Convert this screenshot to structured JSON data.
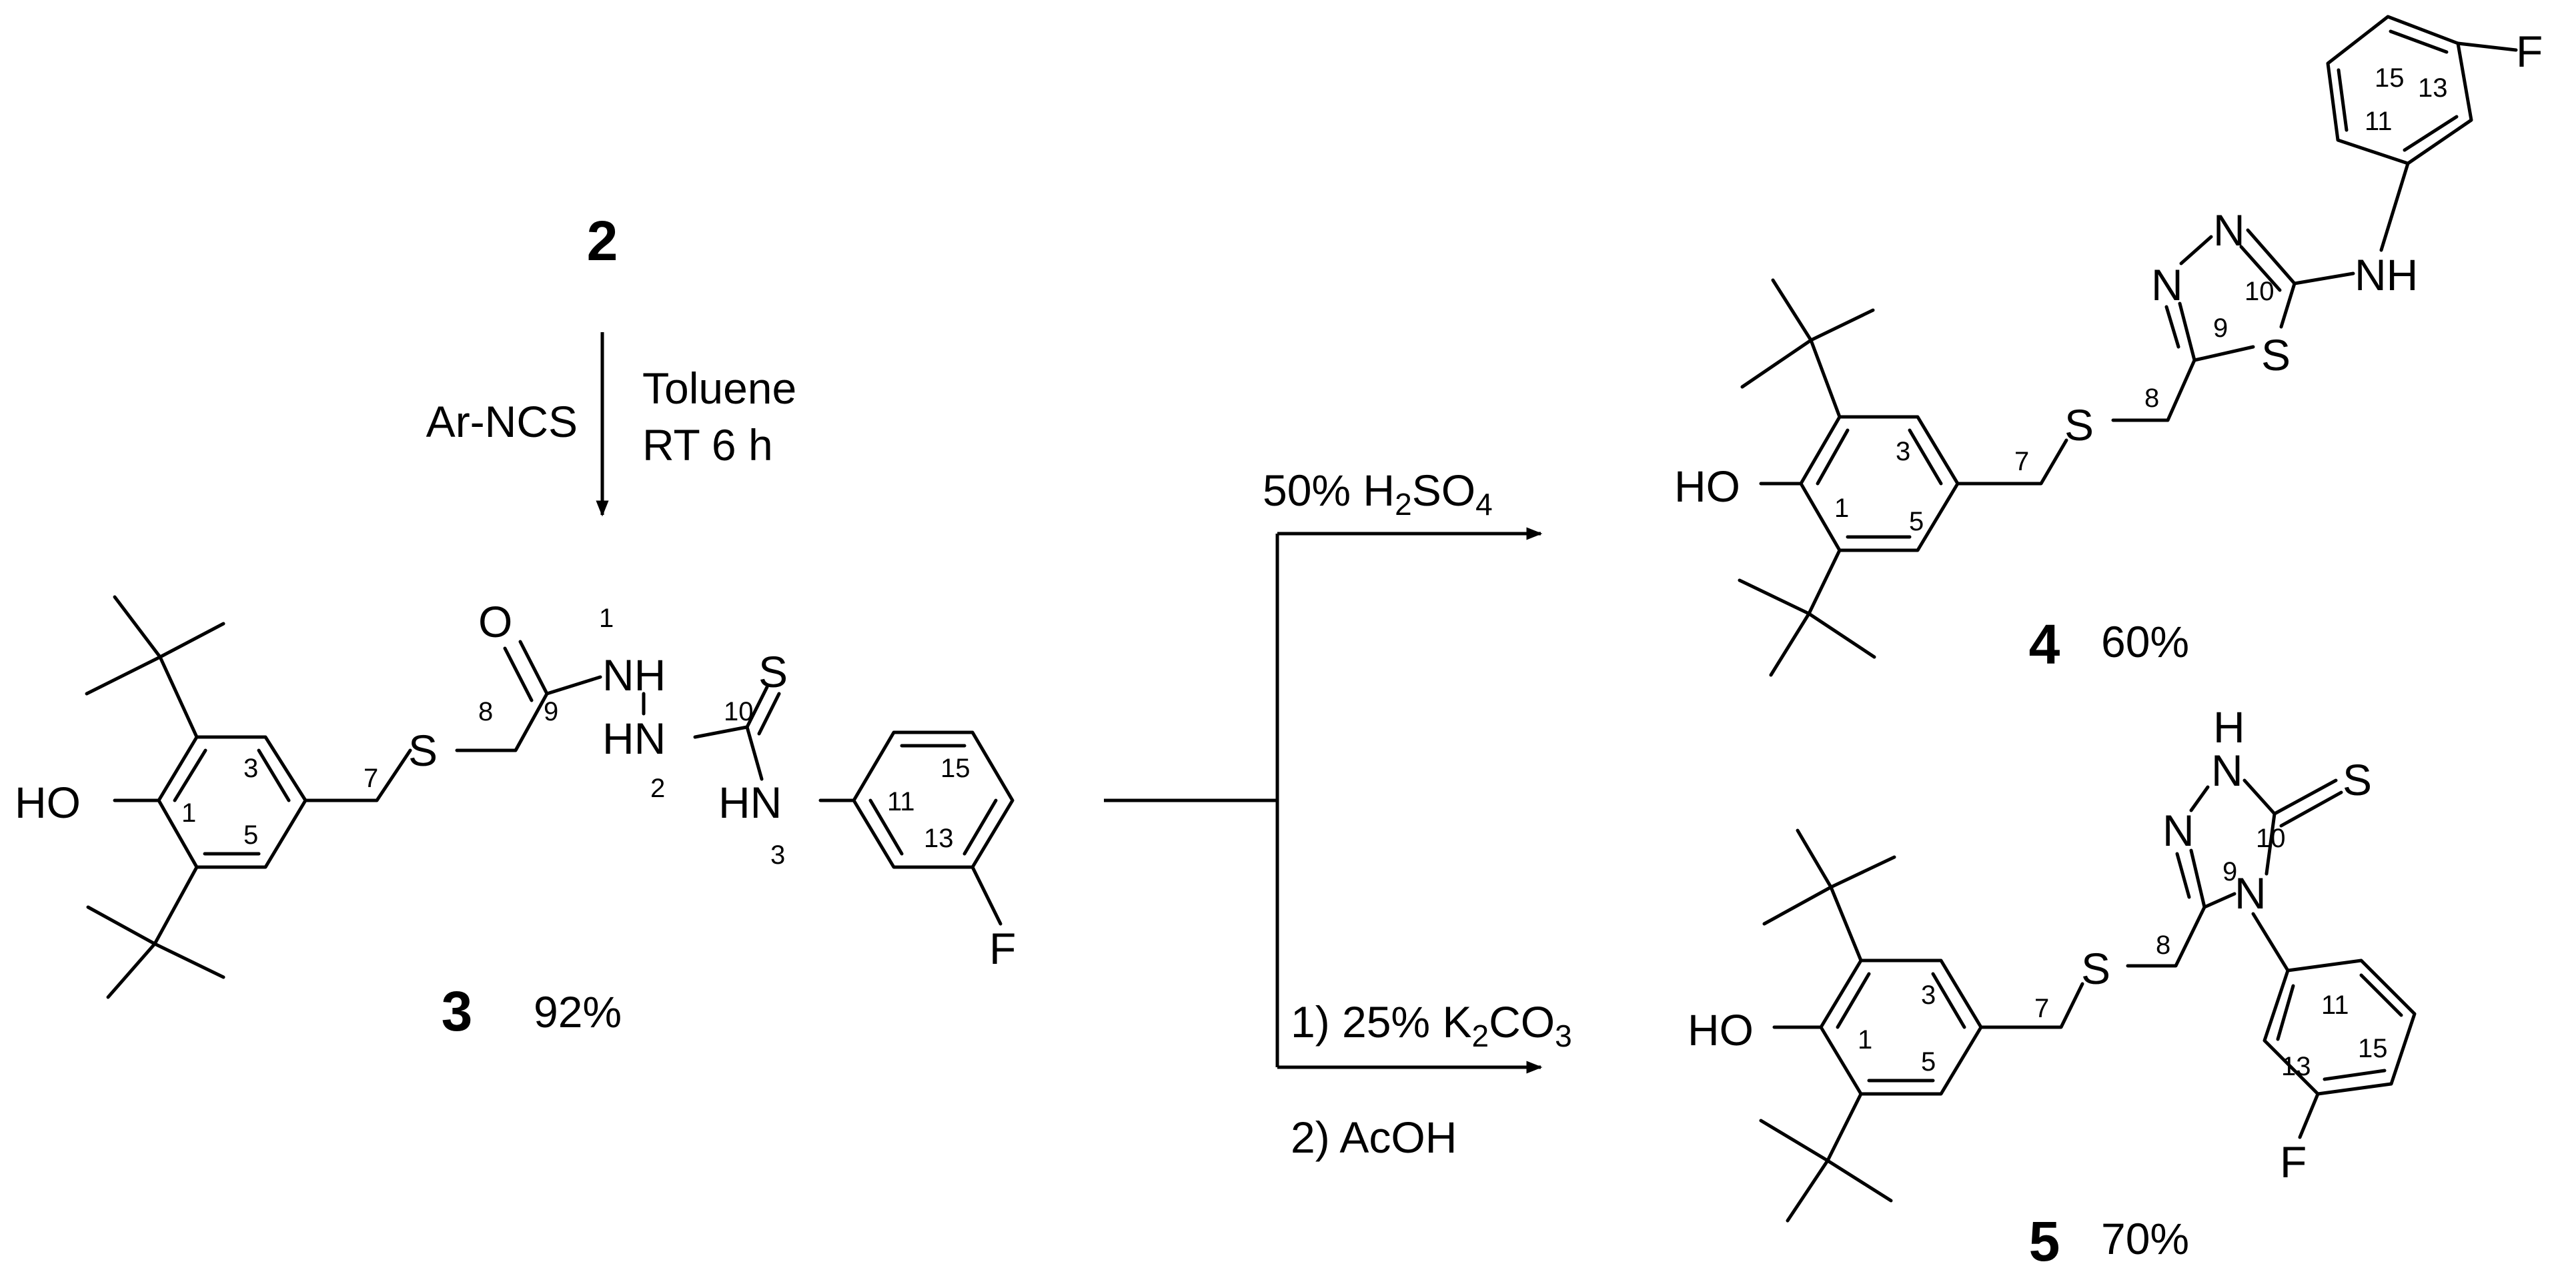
{
  "reagents": {
    "start_compound": "2",
    "step1_left": "Ar-NCS",
    "step1_right_solvent": "Toluene",
    "step1_right_conditions": "RT 6 h",
    "acid_prefix": "50% H",
    "acid_sub1": "2",
    "acid_mid": "SO",
    "acid_sub2": "4",
    "base_prefix": "1) 25% K",
    "base_sub1": "2",
    "base_mid": "CO",
    "base_sub2": "3",
    "base_step2": "2) AcOH"
  },
  "compounds": [
    {
      "id": "3",
      "yield": "92%",
      "atoms": {
        "HO": "HO",
        "S": "S",
        "O": "O",
        "NH": "NH",
        "HN": "HN",
        "S_thio": "S",
        "HN3": "HN",
        "F": "F"
      },
      "numbers": [
        "1",
        "3",
        "5",
        "7",
        "8",
        "9",
        "1",
        "2",
        "10",
        "3",
        "11",
        "13",
        "15"
      ]
    },
    {
      "id": "4",
      "yield": "60%",
      "atoms": {
        "HO": "HO",
        "S": "S",
        "N1": "N",
        "N2": "N",
        "S_ring": "S",
        "NH": "NH",
        "F": "F"
      },
      "numbers": [
        "1",
        "3",
        "5",
        "7",
        "8",
        "9",
        "10",
        "11",
        "13",
        "15"
      ]
    },
    {
      "id": "5",
      "yield": "70%",
      "atoms": {
        "HO": "HO",
        "S": "S",
        "H": "H",
        "N_top": "N",
        "N_left": "N",
        "N4": "N",
        "S_thione": "S",
        "F": "F"
      },
      "numbers": [
        "1",
        "3",
        "5",
        "7",
        "8",
        "9",
        "10",
        "11",
        "13",
        "15"
      ]
    }
  ]
}
